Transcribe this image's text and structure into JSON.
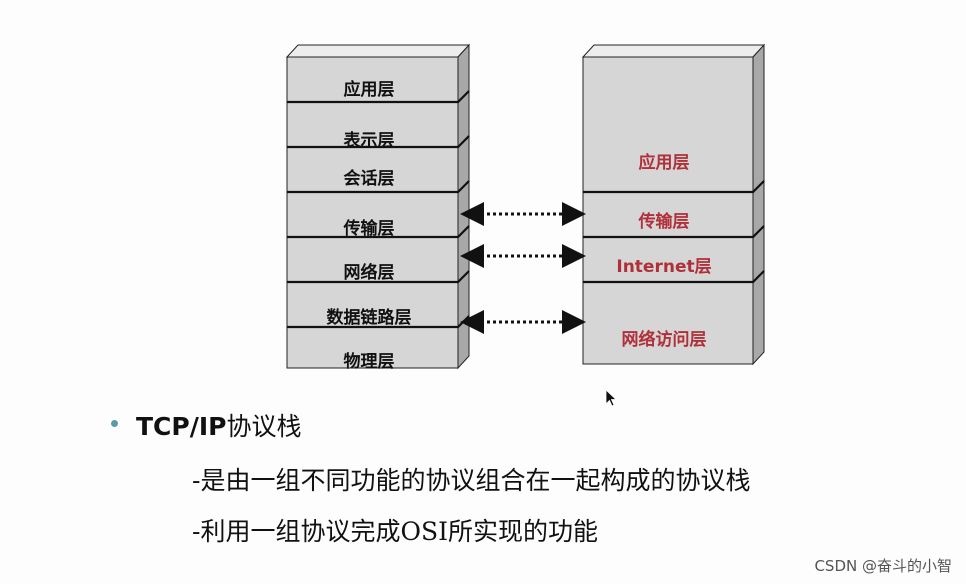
{
  "diagram": {
    "osi_layers": [
      "应用层",
      "表示层",
      "会话层",
      "传输层",
      "网络层",
      "数据链路层",
      "物理层"
    ],
    "tcpip_layers": [
      "应用层",
      "传输层",
      "Internet层",
      "网络访问层"
    ]
  },
  "bullets": {
    "title_latin": "TCP/IP",
    "title_cjk": "协议栈",
    "items": [
      "-是由一组不同功能的协议组合在一起构成的协议栈",
      "-利用一组协议完成OSI所实现的功能"
    ]
  },
  "watermark": "CSDN @奋斗的小智",
  "colors": {
    "box_fill": "#d6d6d6",
    "box_side": "#a8a8a8",
    "box_top": "#ededed",
    "tcp_text": "#b0303a",
    "bullet": "#5a9aa8"
  }
}
